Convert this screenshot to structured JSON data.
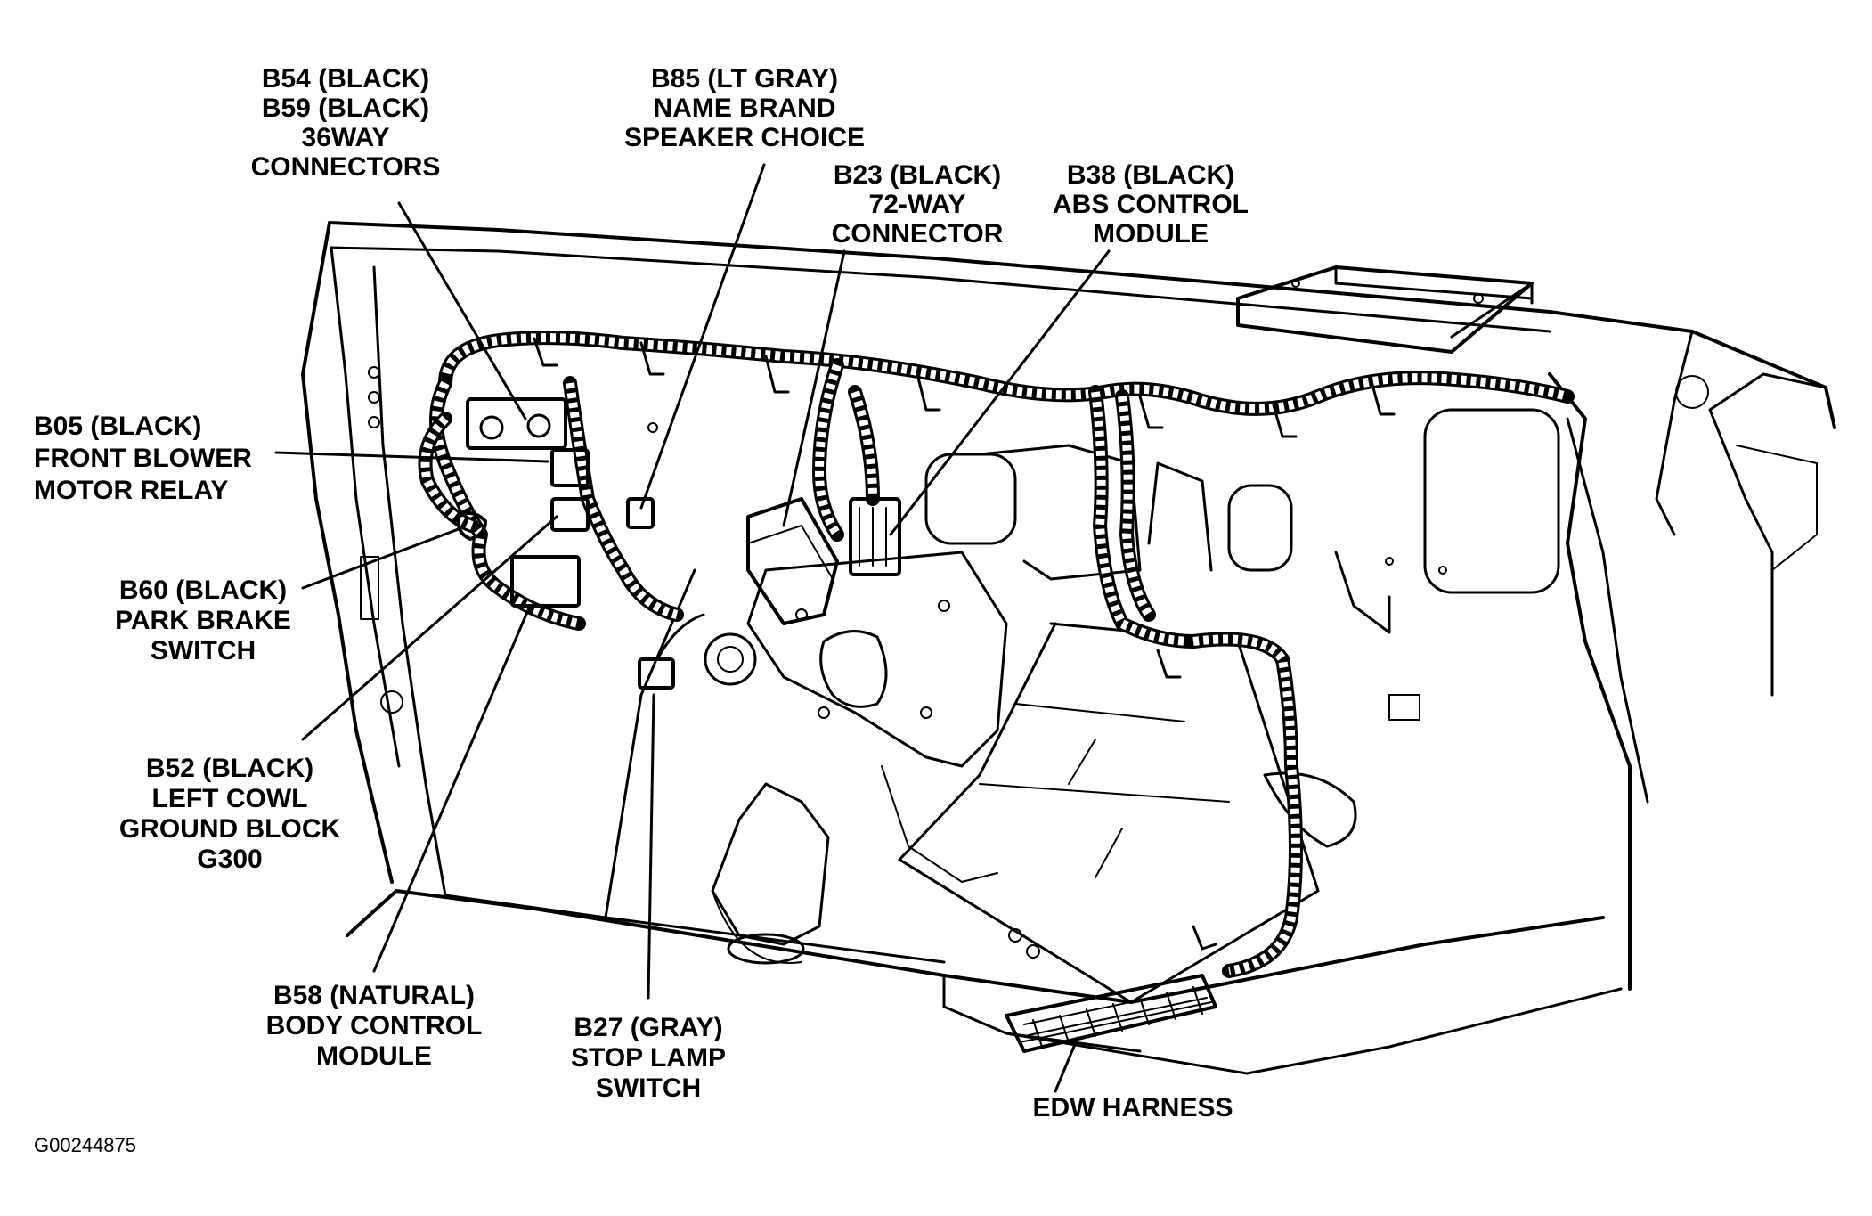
{
  "labels": {
    "b54": [
      "B54 (BLACK)",
      "B59 (BLACK)",
      "36WAY",
      "CONNECTORS"
    ],
    "b85": [
      "B85 (LT GRAY)",
      "NAME BRAND",
      "SPEAKER CHOICE"
    ],
    "b23": [
      "B23 (BLACK)",
      "72-WAY",
      "CONNECTOR"
    ],
    "b38": [
      "B38 (BLACK)",
      "ABS CONTROL",
      "MODULE"
    ],
    "b05": [
      "B05 (BLACK)",
      "FRONT BLOWER",
      "MOTOR RELAY"
    ],
    "b60": [
      "B60 (BLACK)",
      "PARK BRAKE",
      "SWITCH"
    ],
    "b52": [
      "B52 (BLACK)",
      "LEFT COWL",
      "GROUND BLOCK",
      "G300"
    ],
    "b58": [
      "B58 (NATURAL)",
      "BODY CONTROL",
      "MODULE"
    ],
    "b27": [
      "B27 (GRAY)",
      "STOP LAMP",
      "SWITCH"
    ],
    "edw": [
      "EDW HARNESS"
    ]
  },
  "figure_id": "G00244875"
}
